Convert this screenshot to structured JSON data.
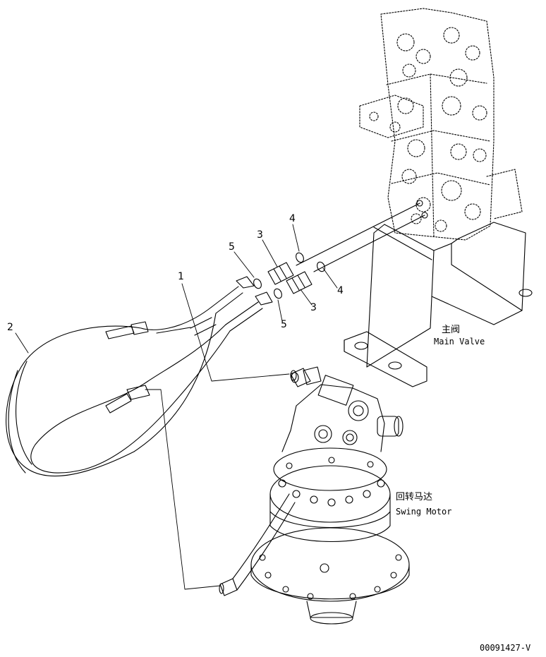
{
  "callouts": {
    "n1": "1",
    "n2": "2",
    "n3a": "3",
    "n3b": "3",
    "n4a": "4",
    "n4b": "4",
    "n5a": "5",
    "n5b": "5"
  },
  "components": {
    "main_valve_zh": "主阀",
    "main_valve_en": "Main Valve",
    "swing_motor_zh": "回转马达",
    "swing_motor_en": "Swing Motor"
  },
  "drawing_number": "00091427-V"
}
